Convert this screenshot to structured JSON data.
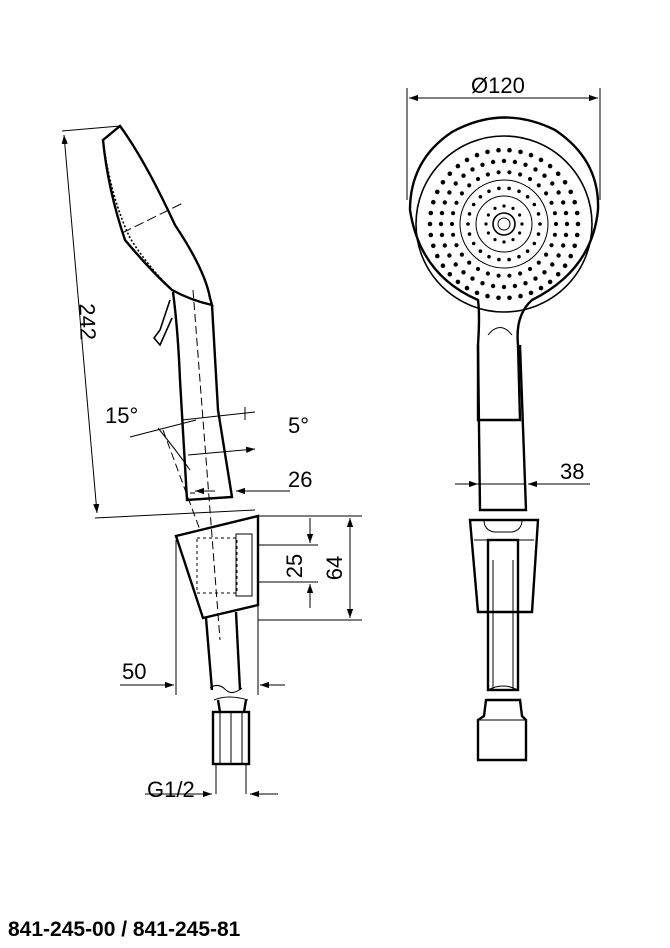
{
  "drawing": {
    "dimensions": {
      "length": "242",
      "angle_tilt": "15°",
      "angle_small": "5°",
      "width_26": "26",
      "height_25": "25",
      "height_64": "64",
      "depth_50": "50",
      "thread": "G1/2",
      "diameter": "Ø120",
      "handle_width": "38"
    },
    "part_numbers": "841-245-00 / 841-245-81"
  }
}
